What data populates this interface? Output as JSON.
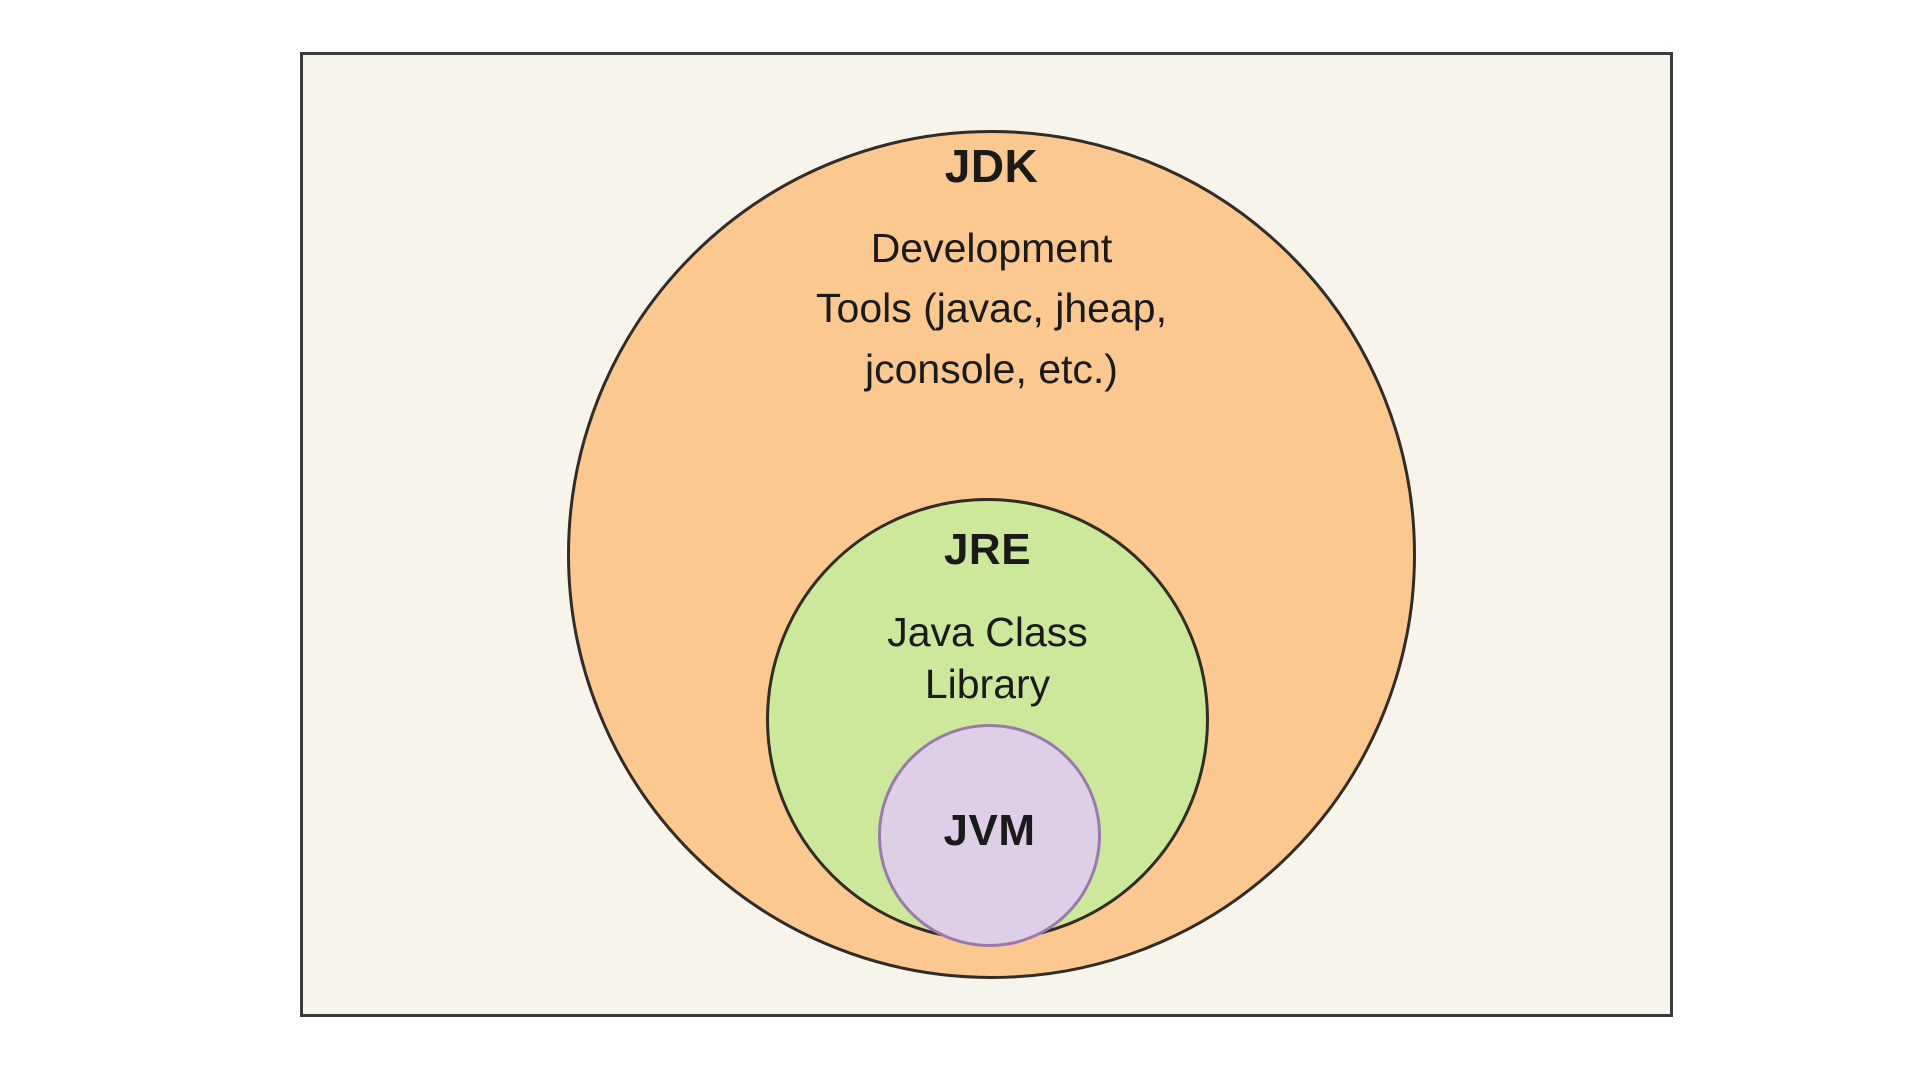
{
  "diagram": {
    "type": "venn-nested-circles",
    "title_present": false,
    "frame": {
      "background_color": "#F7F4EC",
      "border_color": "#3B3B3B"
    },
    "regions": [
      {
        "id": "jdk",
        "title": "JDK",
        "body": "Development\nTools (javac, jheap,\njconsole, etc.)",
        "fill_color": "#FBC88F",
        "stroke_color": "#322C27",
        "level": 1
      },
      {
        "id": "jre",
        "title": "JRE",
        "body": "Java Class\nLibrary",
        "fill_color": "#CBE89B",
        "stroke_color": "#322C27",
        "level": 2
      },
      {
        "id": "jvm",
        "title": "JVM",
        "body": "",
        "fill_color": "#DFCFE6",
        "stroke_color": "#9B79AD",
        "level": 3
      }
    ]
  }
}
